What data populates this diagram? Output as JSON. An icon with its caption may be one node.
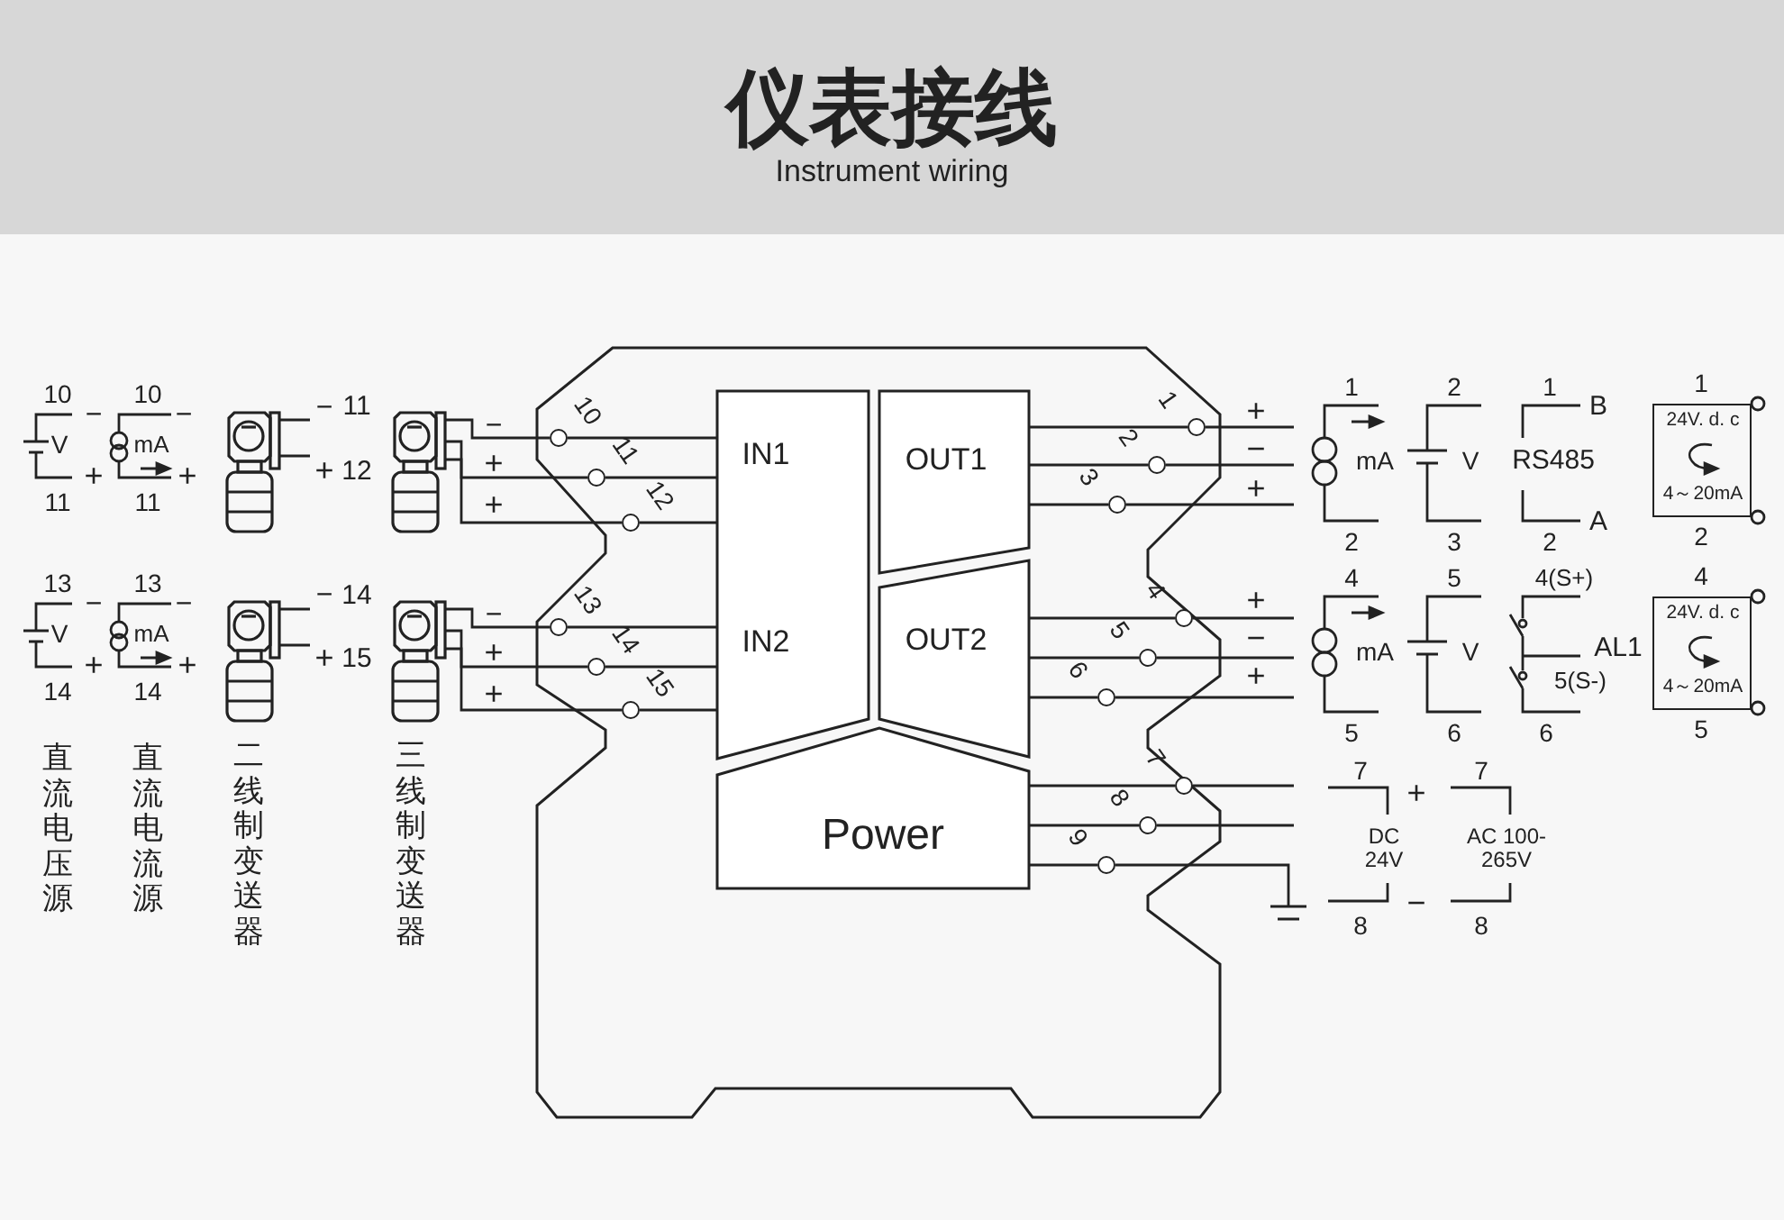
{
  "diagram": {
    "title": "仪表接线",
    "nodes": [
      {
        "text": [],
        "shape": "box"
      },
      {
        "text": [],
        "shape": "picture"
      },
      {
        "text": [],
        "shape": "picture"
      },
      {
        "text": [],
        "shape": "picture"
      },
      {
        "text": [],
        "shape": "picture"
      },
      {
        "text": [
          "IN1",
          "IN2"
        ],
        "in": 0
      },
      {
        "text": [
          "OUT1"
        ],
        "in": 0
      },
      {
        "text": [
          "OUT2"
        ],
        "in": 0
      },
      {
        "text": [
          "Power"
        ],
        "in": 0
      },
      {
        "text": [],
        "shape": "circle",
        "beside": [
          "10"
        ],
        "in": 0
      },
      {
        "text": [],
        "shape": "circle",
        "beside": [
          "11"
        ],
        "in": 0
      },
      {
        "text": [],
        "shape": "circle",
        "beside": [
          "12"
        ],
        "in": 0
      },
      {
        "text": [],
        "shape": "circle",
        "beside": [
          "13"
        ],
        "in": 0
      },
      {
        "text": [],
        "shape": "circle",
        "beside": [
          "14"
        ],
        "in": 0
      },
      {
        "text": [],
        "shape": "circle",
        "beside": [
          "15"
        ],
        "in": 0
      },
      {
        "text": [],
        "shape": "circle",
        "beside": [
          "1"
        ],
        "in": 0
      },
      {
        "text": [],
        "shape": "circle",
        "beside": [
          "2"
        ],
        "in": 0
      },
      {
        "text": [],
        "shape": "circle",
        "beside": [
          "3"
        ],
        "in": 0
      },
      {
        "text": [],
        "shape": "circle",
        "beside": [
          "4"
        ],
        "in": 0
      },
      {
        "text": [],
        "shape": "circle",
        "beside": [
          "5"
        ],
        "in": 0
      },
      {
        "text": [],
        "shape": "circle",
        "beside": [
          "6"
        ],
        "in": 0
      },
      {
        "text": [],
        "shape": "circle",
        "beside": [
          "7"
        ],
        "in": 0
      },
      {
        "text": [],
        "shape": "circle",
        "beside": [
          "8"
        ],
        "in": 0
      },
      {
        "text": [],
        "shape": "circle",
        "beside": [
          "9"
        ],
        "in": 0
      },
      {
        "text": [
          "24V. d. c",
          "4～20mA"
        ],
        "beside": [
          "1",
          "2"
        ]
      },
      {
        "text": [
          "24V. d. c",
          "4～20mA"
        ],
        "beside": [
          "4",
          "5"
        ]
      }
    ],
    "edges": [
      {
        "from": 2,
        "to": 9,
        "arrow": "none"
      },
      {
        "from": 2,
        "to": 10,
        "arrow": "none"
      },
      {
        "from": 2,
        "to": 11,
        "arrow": "none"
      },
      {
        "from": 4,
        "to": 12,
        "arrow": "none"
      },
      {
        "from": 4,
        "to": 13,
        "arrow": "none"
      },
      {
        "from": 4,
        "to": 14,
        "arrow": "none"
      },
      {
        "from": 9,
        "to": 5,
        "arrow": "none"
      },
      {
        "from": 10,
        "to": 5,
        "arrow": "none"
      },
      {
        "from": 11,
        "to": 5,
        "arrow": "none"
      },
      {
        "from": 12,
        "to": 5,
        "arrow": "none"
      },
      {
        "from": 13,
        "to": 5,
        "arrow": "none"
      },
      {
        "from": 14,
        "to": 5,
        "arrow": "none"
      },
      {
        "from": 6,
        "to": 15,
        "arrow": "none"
      },
      {
        "from": 6,
        "to": 16,
        "arrow": "none"
      },
      {
        "from": 6,
        "to": 17,
        "arrow": "none"
      },
      {
        "from": 7,
        "to": 18,
        "arrow": "none"
      },
      {
        "from": 7,
        "to": 19,
        "arrow": "none"
      },
      {
        "from": 7,
        "to": 20,
        "arrow": "none"
      },
      {
        "from": 8,
        "to": 21,
        "arrow": "none"
      },
      {
        "from": 8,
        "to": 22,
        "arrow": "none"
      },
      {
        "from": 8,
        "to": 23,
        "arrow": "none"
      }
    ],
    "labels": [
      "Instrument wiring",
      "10",
      "−",
      "10",
      "−",
      "−",
      "11",
      "−",
      "V",
      "mA",
      "+",
      "+",
      "+",
      "12",
      "+",
      "11",
      "11",
      "+",
      "13",
      "−",
      "13",
      "−",
      "−",
      "14",
      "−",
      "V",
      "mA",
      "+",
      "+",
      "+",
      "15",
      "+",
      "14",
      "14",
      "+",
      "直流电压源",
      "直流电流源",
      "二线制变送器",
      "三线制变送器",
      "+",
      "1",
      "2",
      "1",
      "B",
      "−",
      "mA",
      "V",
      "RS485",
      "+",
      "2",
      "3",
      "2",
      "A",
      "+",
      "4",
      "5",
      "4(S+)",
      "−",
      "mA",
      "V",
      "AL1",
      "+",
      "5(S-)",
      "5",
      "6",
      "6",
      "7",
      "+",
      "7",
      "DC 24V",
      "AC 100-265V",
      "8",
      "−",
      "8"
    ]
  }
}
